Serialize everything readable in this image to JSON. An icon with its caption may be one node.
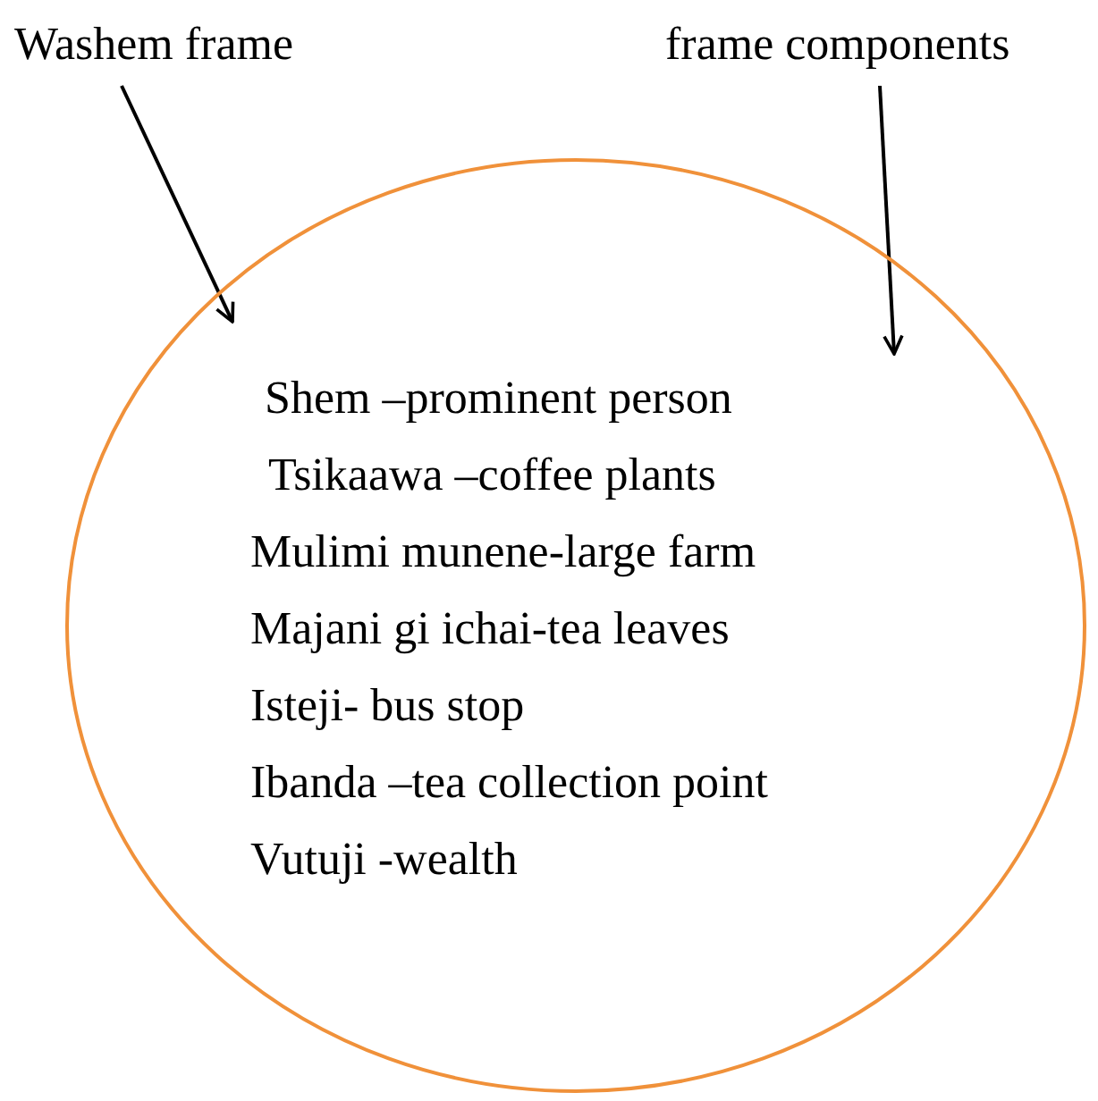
{
  "diagram": {
    "nodes": [
      {
        "text": [
          "Washem frame"
        ]
      },
      {
        "text": [
          "frame components"
        ]
      },
      {
        "text": [
          "Shem –prominent person",
          "Tsikaawa –coffee plants",
          "Mulimi munene-large farm",
          "Majani gi ichai-tea leaves",
          "Isteji- bus stop",
          "Ibanda –tea collection point",
          "Vutuji -wealth"
        ]
      }
    ],
    "edges": [
      {
        "from": 0,
        "to": 2,
        "arrow": "to"
      },
      {
        "from": 1,
        "to": 2,
        "arrow": "to"
      }
    ]
  }
}
